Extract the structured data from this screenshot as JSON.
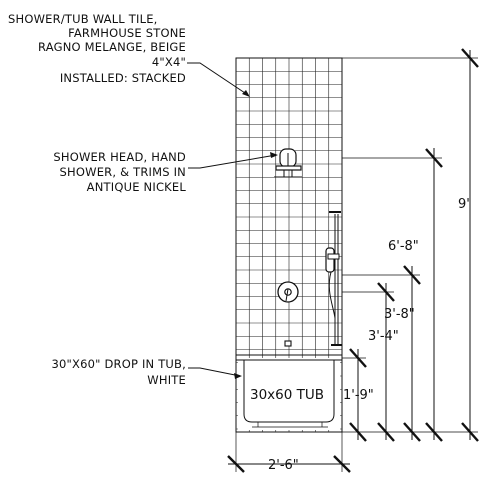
{
  "callouts": {
    "tile": [
      "SHOWER/TUB WALL TILE,",
      "FARMHOUSE STONE",
      "RAGNO MELANGE, BEIGE",
      "4\"X4\"",
      "INSTALLED: STACKED"
    ],
    "fixtures": [
      "SHOWER HEAD, HAND",
      "SHOWER, & TRIMS IN",
      "ANTIQUE NICKEL"
    ],
    "tub": [
      "30\"X60\" DROP IN TUB,",
      "WHITE"
    ]
  },
  "tub_label": "30x60 TUB",
  "dimensions": {
    "overall_height": "9'",
    "shower_head": "6'-8\"",
    "hand_shower": "3'-8\"",
    "valve": "3'-4\"",
    "tub_height": "1'-9\"",
    "tub_width": "2'-6\""
  }
}
